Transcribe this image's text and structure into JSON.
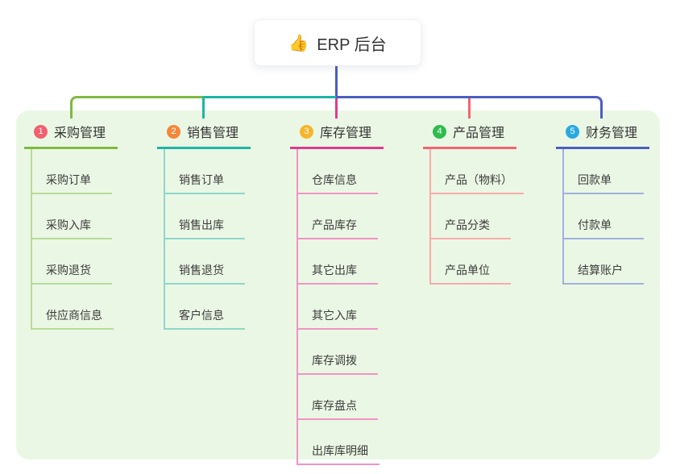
{
  "root": {
    "icon": "👍",
    "title": "ERP 后台"
  },
  "colors": {
    "root_line": "#4a5fc1",
    "canvas_bg": "#ebf7e5"
  },
  "branches": [
    {
      "number": "1",
      "label": "采购管理",
      "color": "#7eba41",
      "light": "#b7dc97",
      "badge": "#f2606e",
      "items": [
        "采购订单",
        "采购入库",
        "采购退货",
        "供应商信息"
      ]
    },
    {
      "number": "2",
      "label": "销售管理",
      "color": "#1db5a5",
      "light": "#8ed7cb",
      "badge": "#f5873b",
      "items": [
        "销售订单",
        "销售出库",
        "销售退货",
        "客户信息"
      ]
    },
    {
      "number": "3",
      "label": "库存管理",
      "color": "#de3b90",
      "light": "#f193c4",
      "badge": "#f7b52c",
      "items": [
        "仓库信息",
        "产品库存",
        "其它出库",
        "其它入库",
        "库存调拨",
        "库存盘点",
        "出库库明细"
      ]
    },
    {
      "number": "4",
      "label": "产品管理",
      "color": "#f5636f",
      "light": "#f8abab",
      "badge": "#2fbb4f",
      "items": [
        "产品（物料）",
        "产品分类",
        "产品单位"
      ]
    },
    {
      "number": "5",
      "label": "财务管理",
      "color": "#4a5fc1",
      "light": "#9fb1de",
      "badge": "#29a9e1",
      "items": [
        "回款单",
        "付款单",
        "结算账户"
      ]
    }
  ]
}
